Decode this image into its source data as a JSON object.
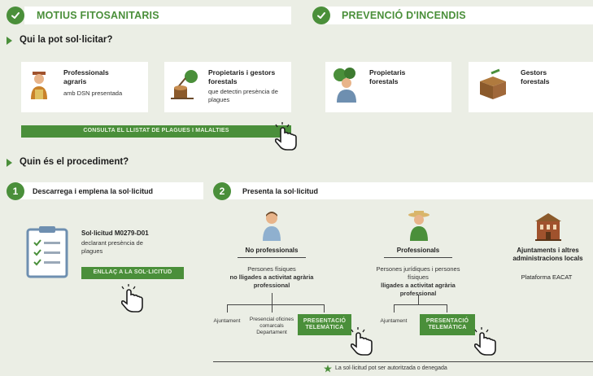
{
  "headers": {
    "left_title": "MOTIUS FITOSANITARIS",
    "right_title": "PREVENCIÓ D'INCENDIS",
    "check_icon": "check-icon"
  },
  "who": {
    "title": "Qui la pot sol·licitar?",
    "cards": [
      {
        "title": "Professionals agraris",
        "sub": "amb DSN presentada"
      },
      {
        "title": "Propietaris i gestors forestals",
        "sub": "que detectin presència de plagues"
      },
      {
        "title": "Propietaris forestals",
        "sub": ""
      },
      {
        "title": "Gestors forestals",
        "sub": ""
      }
    ],
    "consult_button": "CONSULTA EL LLISTAT DE PLAGUES I MALALTIES"
  },
  "procedure": {
    "title": "Quin és el procediment?",
    "step1": {
      "number": "1",
      "title": "Descarrega i emplena la sol·licitud",
      "form_title": "Sol·licitud M0279-D01",
      "form_sub": "declarant presència de plagues",
      "button": "ENLLAÇ A LA SOL·LICITUD"
    },
    "step2": {
      "number": "2",
      "title": "Presenta la sol·licitud",
      "groups": [
        {
          "name": "No professionals",
          "desc_plain": "Persones físiques",
          "desc_bold": "no lligades a activitat agrària professional",
          "options": [
            "Ajuntament",
            "Presencial oficines comarcals Departament",
            "PRESENTACIÓ TELEMÀTICA"
          ]
        },
        {
          "name": "Professionals",
          "desc_plain": "Persones jurídiques i persones físiques",
          "desc_bold": "lligades a activitat agrària professional",
          "options": [
            "Ajuntament",
            "PRESENTACIÓ TELEMÀTICA"
          ]
        },
        {
          "name": "Ajuntaments i altres administracions locals",
          "desc_plain": "Plataforma EACAT",
          "desc_bold": "",
          "options": []
        }
      ]
    },
    "footer_note": "La sol·licitud pot ser autoritzada o denegada"
  },
  "colors": {
    "accent": "#4a8f3a",
    "background": "#ebeee5",
    "card": "#ffffff"
  }
}
